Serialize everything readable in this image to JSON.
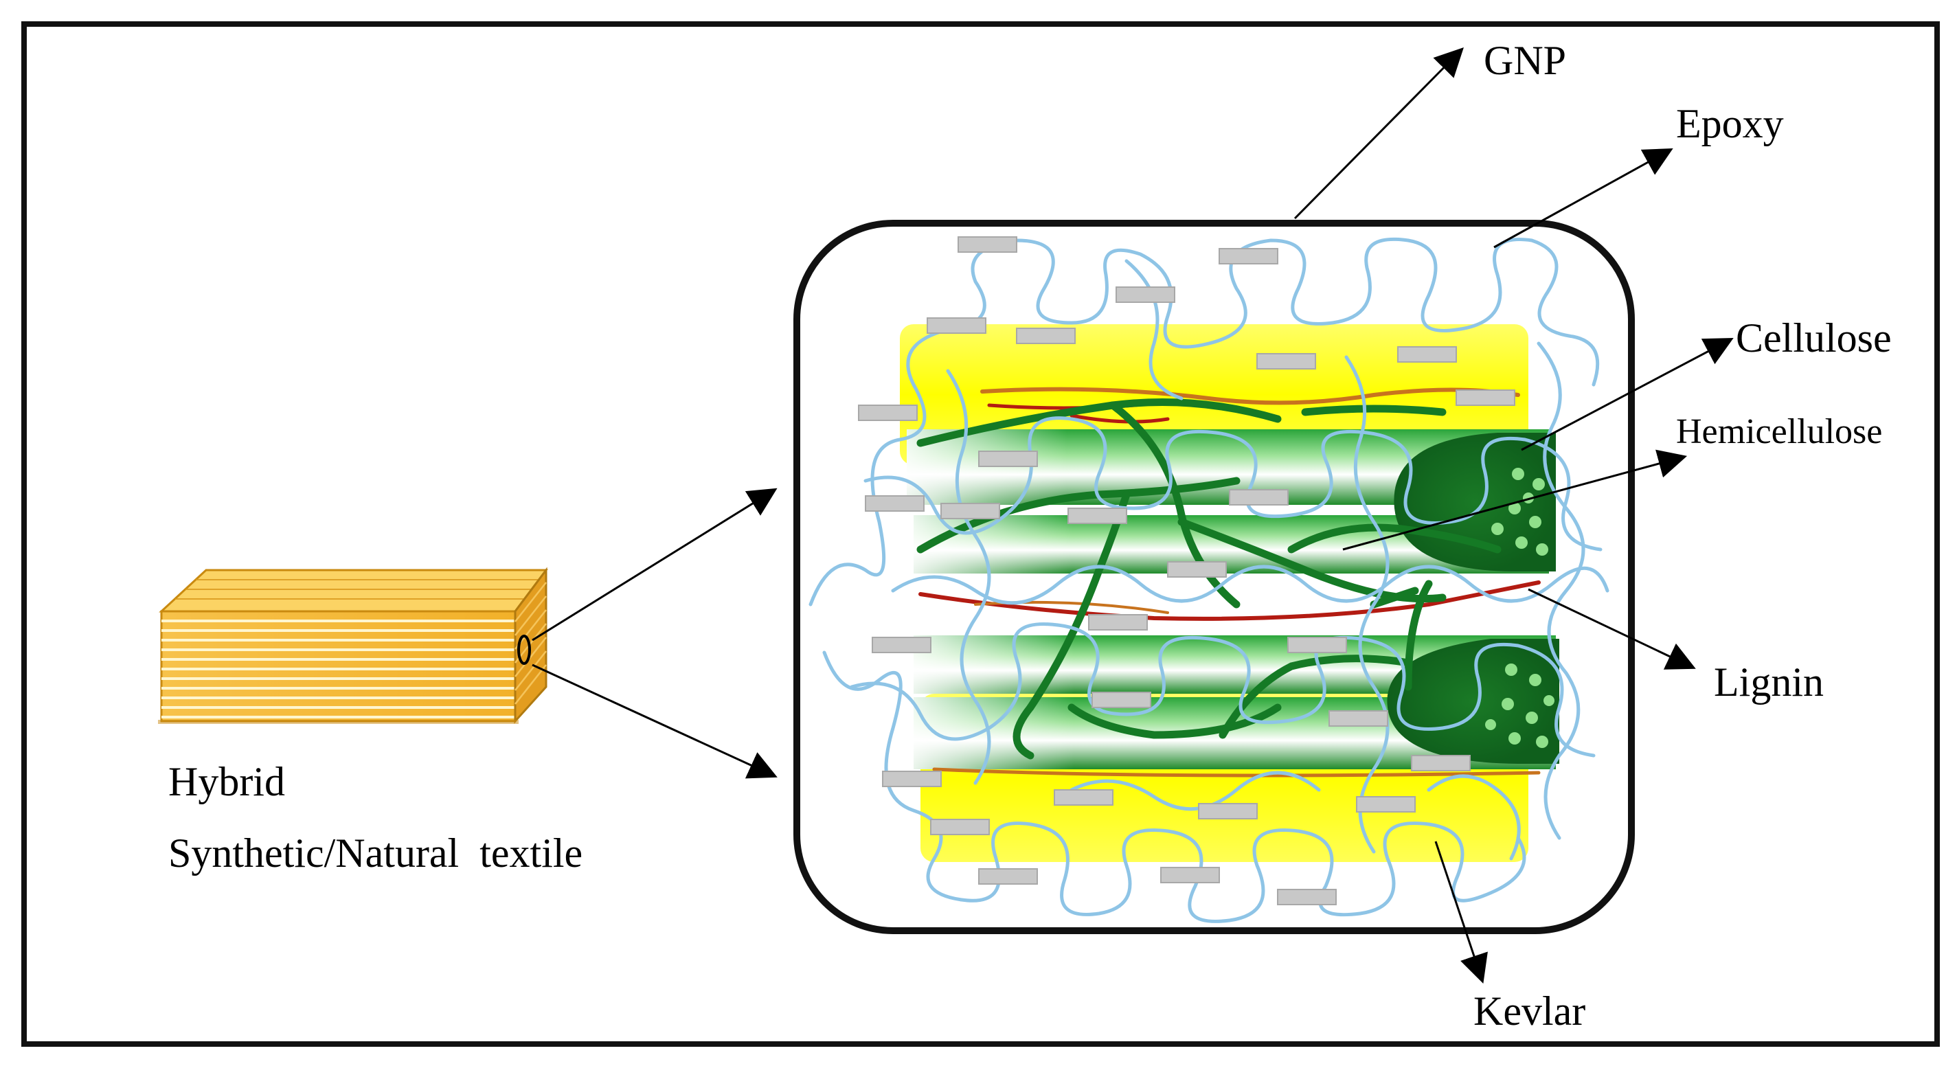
{
  "labels": {
    "gnp": "GNP",
    "epoxy": "Epoxy",
    "cellulose": "Cellulose",
    "hemicellulose": "Hemicellulose",
    "lignin": "Lignin",
    "kevlar": "Kevlar",
    "hybrid_line1": "Hybrid",
    "hybrid_line2": "Synthetic/Natural  textile"
  },
  "colors": {
    "frame": "#111111",
    "kevlar_yellow": "#ffff1a",
    "cellulose_green": "#1f8a2a",
    "hemicellulose_red": "#b31b12",
    "epoxy_blue": "#8ec4e6",
    "gnp_gray": "#c8c8c8",
    "textile_orange": "#f5b82e"
  }
}
